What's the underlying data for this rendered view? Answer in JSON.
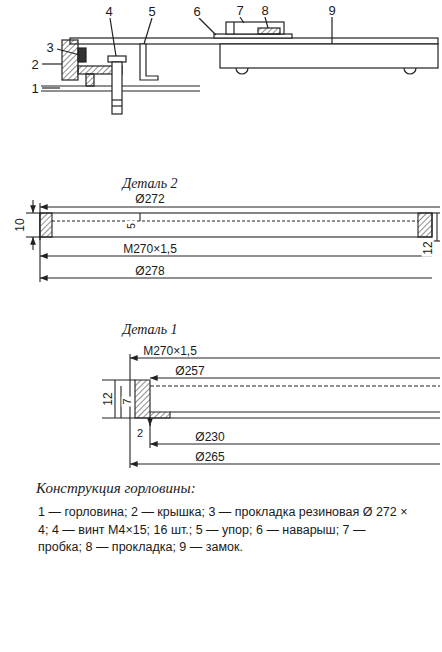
{
  "diagram": {
    "caption": "Конструкция горловины:",
    "labels": [
      "7",
      "8",
      "9",
      "6",
      "5",
      "4",
      "3",
      "2",
      "1",
      "Деталь 2",
      "Ø272",
      "10",
      "5",
      "12",
      "M270×1,5",
      "Ø278",
      "Деталь 1",
      "M270×1,5",
      "Ø257",
      "12",
      "7",
      "2",
      "Ø230",
      "Ø265",
      "1 — горловина; 2 — крышка; 3 — прокладка резиновая Ø 272 × 4; 4 — винт M4×15; 16 шт.; 5 — упор; 6 — наварыш; 7 — пробка; 8 — прокладка; 9 — замок."
    ]
  }
}
